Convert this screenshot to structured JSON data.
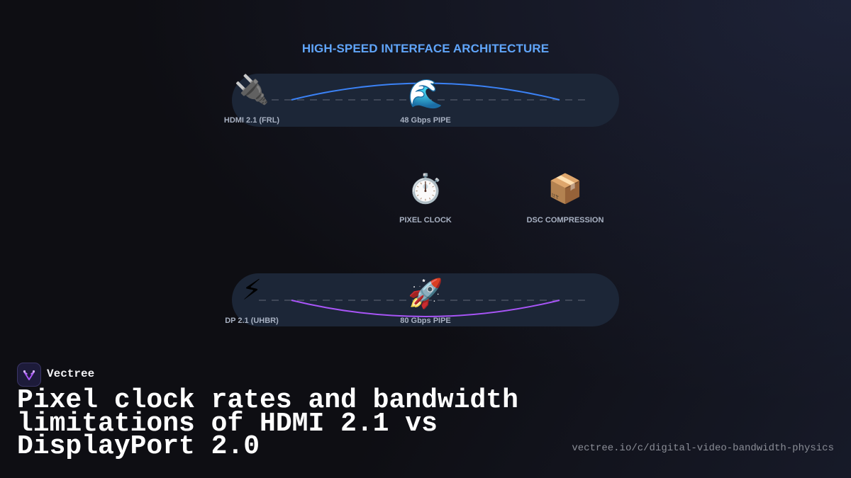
{
  "diagram": {
    "title": "HIGH-SPEED INTERFACE ARCHITECTURE",
    "colors": {
      "title": "#60a5fa",
      "hdmi_curve": "#3b82f6",
      "dp_curve": "#a855f7",
      "pipe_fill": "#1c2637",
      "dash": "#3f4757",
      "label": "#a8b1c2"
    },
    "nodes": {
      "hdmi": {
        "icon": "🔌",
        "icon_name": "plug-icon",
        "label": "HDMI 2.1 (FRL)"
      },
      "hdmi_pipe": {
        "icon": "🌊",
        "icon_name": "wave-icon",
        "label": "48 Gbps PIPE"
      },
      "pixel_clock": {
        "icon": "⏱️",
        "icon_name": "stopwatch-icon",
        "label": "PIXEL CLOCK"
      },
      "dsc": {
        "icon": "📦",
        "icon_name": "package-icon",
        "label": "DSC COMPRESSION"
      },
      "dp": {
        "icon": "⚡",
        "icon_name": "lightning-icon",
        "label": "DP 2.1 (UHBR)"
      },
      "dp_pipe": {
        "icon": "🚀",
        "icon_name": "rocket-icon",
        "label": "80 Gbps PIPE"
      }
    }
  },
  "footer": {
    "brand": "Vectree",
    "headline": "Pixel clock rates and bandwidth limitations of HDMI 2.1 vs DisplayPort 2.0",
    "url": "vectree.io/c/digital-video-bandwidth-physics"
  }
}
